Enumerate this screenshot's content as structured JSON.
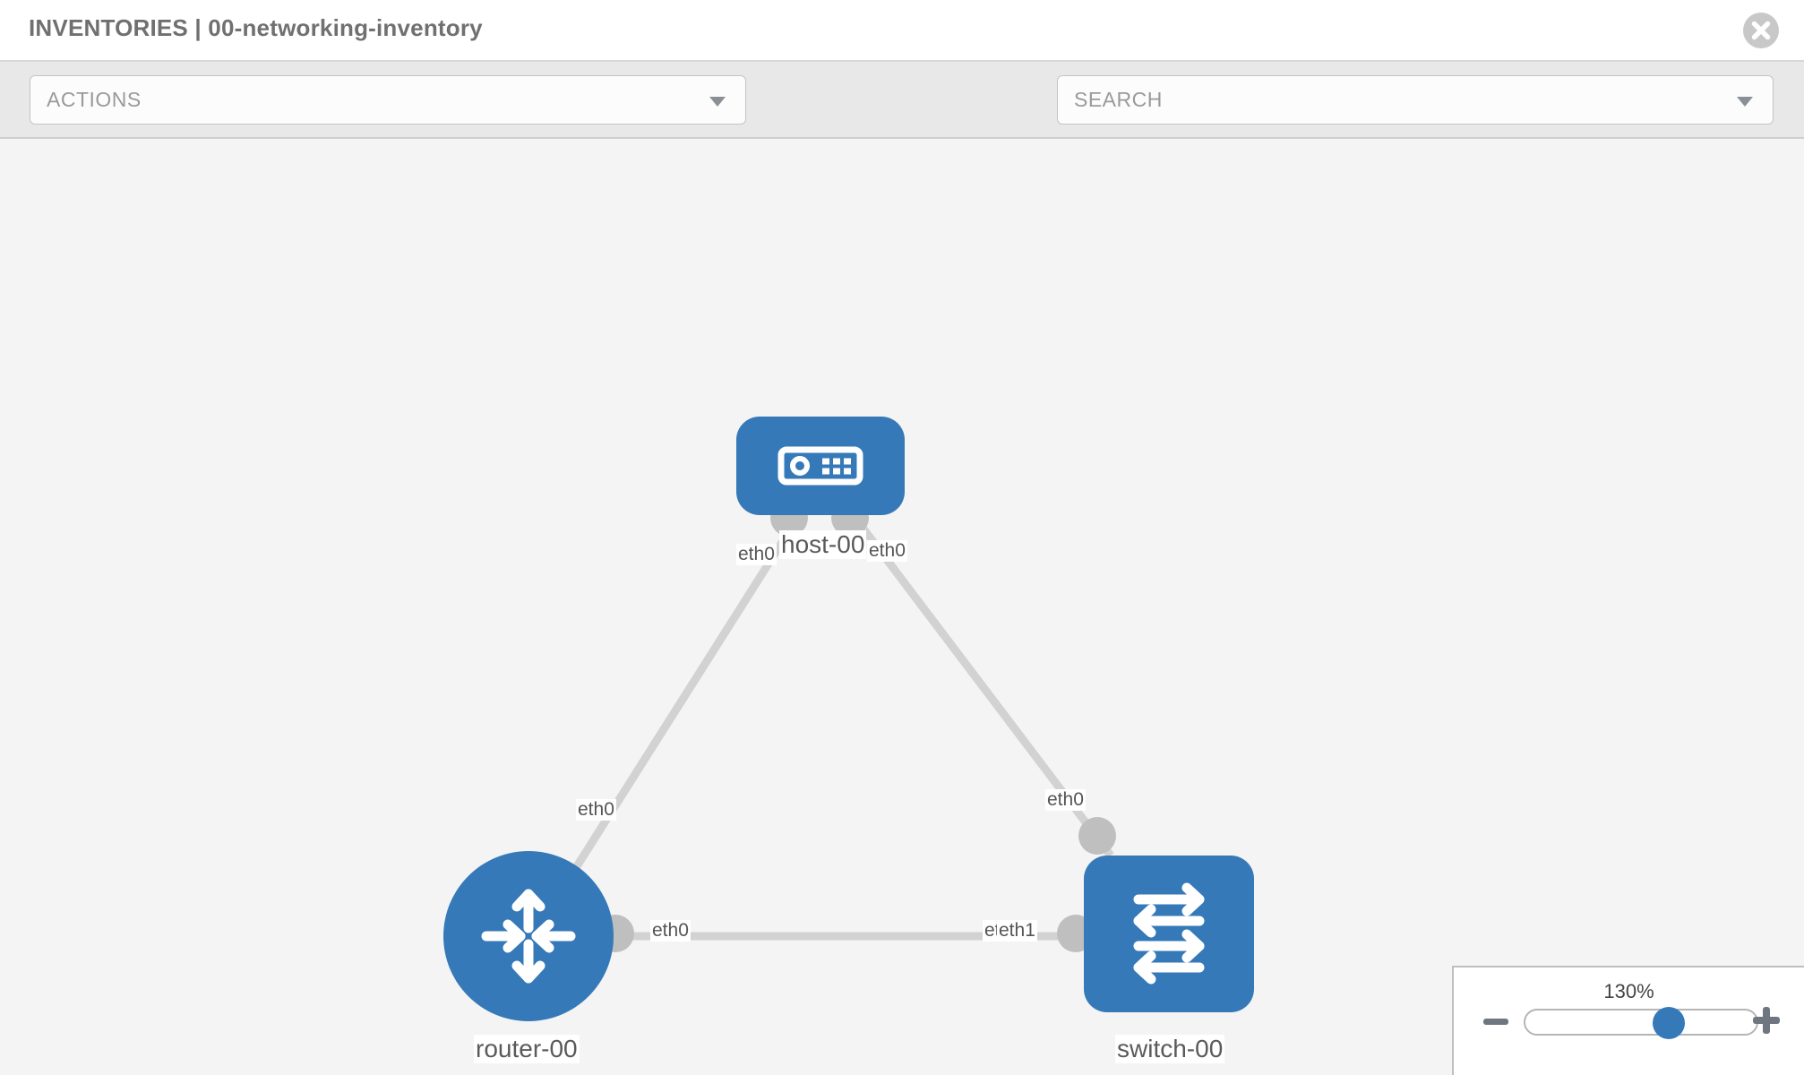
{
  "header": {
    "title": "INVENTORIES | 00-networking-inventory",
    "close_icon": "close-circle-icon"
  },
  "toolbar": {
    "actions_label": "ACTIONS",
    "actions_caret_icon": "chevron-down-icon",
    "wrench_icon": "wrench-icon",
    "key_icon": "key-icon",
    "search_placeholder": "SEARCH",
    "search_caret_icon": "chevron-down-icon"
  },
  "topology": {
    "nodes": [
      {
        "id": "host-00",
        "label": "host-00",
        "icon": "server-icon",
        "type": "host",
        "color": "#3579b8"
      },
      {
        "id": "router-00",
        "label": "router-00",
        "icon": "router-icon",
        "type": "router",
        "color": "#3579b8"
      },
      {
        "id": "switch-00",
        "label": "switch-00",
        "icon": "switch-icon",
        "type": "switch",
        "color": "#3579b8"
      }
    ],
    "edge_labels": {
      "host_left": "eth0",
      "host_right": "eth0",
      "router_up": "eth0",
      "switch_up": "eth0",
      "router_right": "eth0",
      "switch_left_under": "eth0",
      "switch_left": "eth1"
    }
  },
  "zoom_control": {
    "value_label": "130%",
    "minus_icon": "minus-icon",
    "plus_icon": "plus-icon",
    "slider_percent": 63
  }
}
